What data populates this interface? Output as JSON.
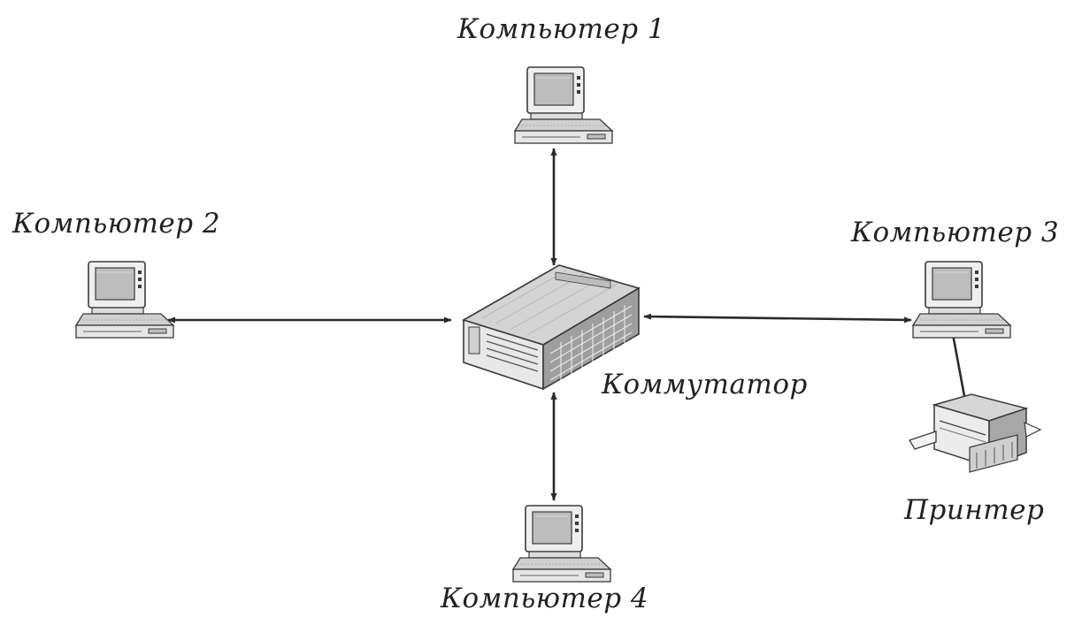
{
  "nodes": {
    "computer1": {
      "label": "Компьютер 1"
    },
    "computer2": {
      "label": "Компьютер 2"
    },
    "computer3": {
      "label": "Компьютер 3"
    },
    "computer4": {
      "label": "Компьютер 4"
    },
    "switch": {
      "label": "Коммутатор"
    },
    "printer": {
      "label": "Принтер"
    }
  },
  "connections": [
    {
      "from": "switch",
      "to": "computer1",
      "arrows": "both"
    },
    {
      "from": "switch",
      "to": "computer2",
      "arrows": "both"
    },
    {
      "from": "switch",
      "to": "computer3",
      "arrows": "both"
    },
    {
      "from": "switch",
      "to": "computer4",
      "arrows": "both"
    },
    {
      "from": "computer3",
      "to": "printer",
      "arrows": "none"
    }
  ],
  "colors": {
    "line": "#2a2a2a",
    "device_body": "#e9e9e9",
    "device_outline": "#3a3a3a",
    "screen": "#bdbdbd",
    "switch_top": "#cfcfcf",
    "switch_side": "#9a9a9a"
  }
}
